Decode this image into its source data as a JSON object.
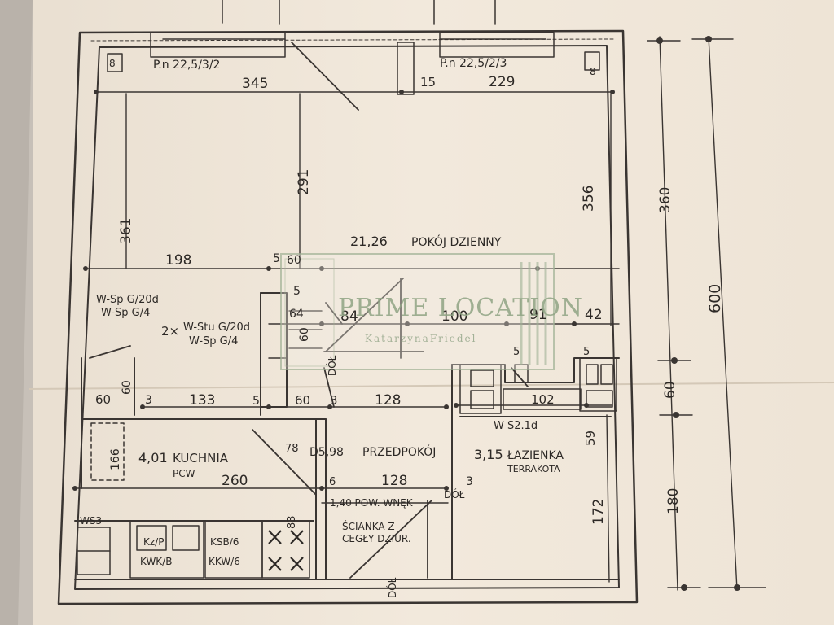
{
  "plan": {
    "room_living": {
      "area": "21,26",
      "name": "POKÓJ DZIENNY"
    },
    "room_kitchen": {
      "area": "4,01",
      "name": "KUCHNIA",
      "floor": "PCW"
    },
    "room_hall": {
      "area": "D5,98",
      "name": "PRZEDPOKÓJ"
    },
    "room_bath": {
      "area": "3,15",
      "name": "ŁAZIENKA",
      "floor": "TERRAKOTA"
    },
    "niche": {
      "text": "1,40 POW. WNĘK"
    },
    "partition_note": [
      "ŚCIANKA Z",
      "CEGŁY DZIUR."
    ],
    "window_left": "P.n 22,5/3/2",
    "window_right": "P.n 22,5/2/3",
    "cabinet_notes": {
      "left_1": "W-Sp G/20d",
      "left_2": "W-Sp G/4",
      "center_prefix": "2×",
      "center_1": "W-Stu G/20d",
      "center_2": "W-Sp G/4",
      "bath": "W S2.1d",
      "ws": "WS3",
      "k1": "Kz/P",
      "k2": "KWK/B",
      "k3": "KSB/6",
      "k4": "KKW/6"
    },
    "dims": {
      "top_left": "345",
      "top_mid": "15",
      "top_right": "229",
      "living_h_left": "361",
      "living_h_mid": "291",
      "living_h_right": "356",
      "d198": "198",
      "d5a": "5",
      "d60a": "60",
      "d5b": "5",
      "d64": "64",
      "d60b": "60",
      "d84": "84",
      "d100": "100",
      "d91": "91",
      "d42": "42",
      "d60c": "60",
      "d60d": "60",
      "d3a": "3",
      "d133": "133",
      "d5c": "5",
      "d60e": "60",
      "d3b": "3",
      "d128a": "128",
      "d102": "102",
      "d166": "166",
      "d78": "78",
      "d260": "260",
      "d6": "6",
      "d128b": "128",
      "d3c": "3",
      "d59": "59",
      "d172": "172",
      "d83": "83",
      "d5d": "5",
      "d5e": "5",
      "d8a": "8",
      "d8b": "8",
      "dol1": "DÓŁ",
      "dol2": "DÓŁ",
      "dol3": "DÓŁ"
    },
    "outer_dims": {
      "h360": "360",
      "h600": "600",
      "h60": "60",
      "h180": "180"
    }
  },
  "watermark": {
    "title": "PRIME LOCATION",
    "subtitle": "KatarzynaFriedel"
  }
}
